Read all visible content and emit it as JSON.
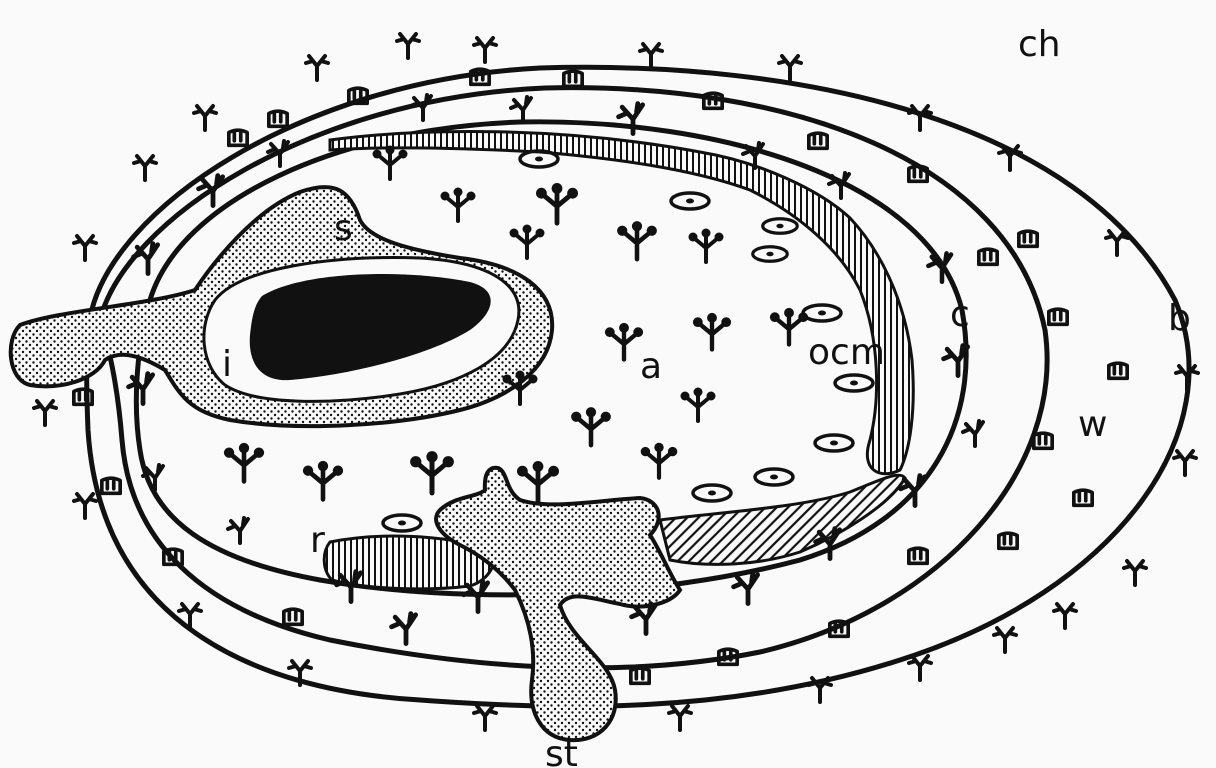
{
  "labels": {
    "ch": "ch",
    "b": "b",
    "c": "c",
    "w": "w",
    "ocm": "ocm",
    "a": "a",
    "s": "s",
    "i": "i",
    "r": "r",
    "st": "st"
  },
  "colors": {
    "ink": "#111111",
    "paper": "#fafafa"
  },
  "icons": {
    "outer_branch": "branched-villus-glyph",
    "mid_branch": "fork-villus-glyph",
    "cell": "cell-block-glyph",
    "inner_branch": "knobbed-villus-glyph",
    "lens": "oval-lens-glyph"
  }
}
